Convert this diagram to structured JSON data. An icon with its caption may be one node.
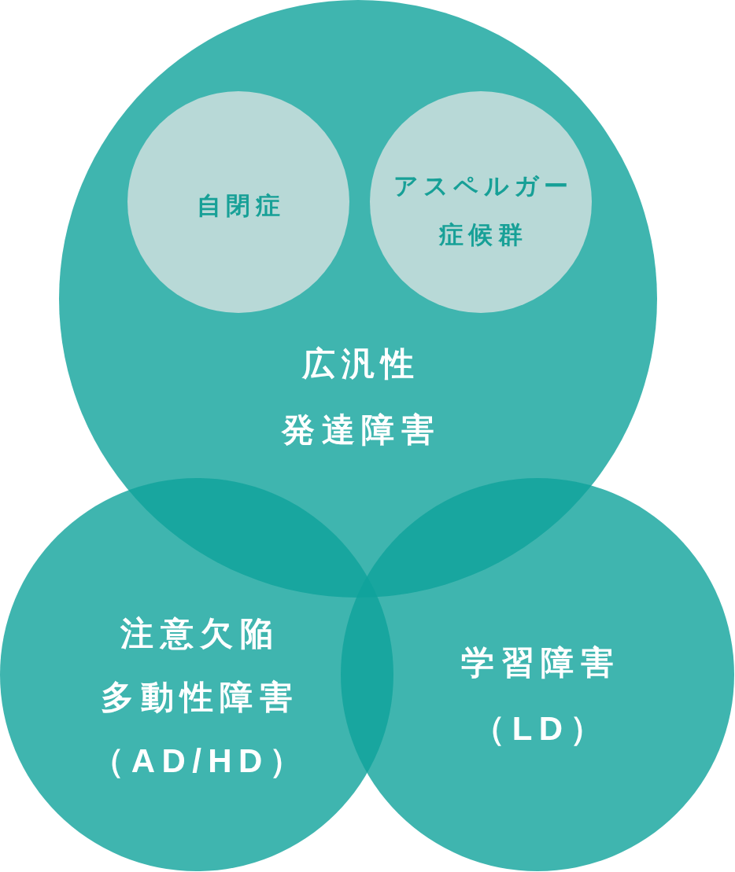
{
  "diagram": {
    "nodes": [
      {
        "text": [
          "広汎性発達障害"
        ]
      },
      {
        "text": [
          "自閉症"
        ],
        "in": 0
      },
      {
        "text": [
          "アスペルガー症候群"
        ],
        "in": 0
      },
      {
        "text": [
          "注意欠陥多動性障害（AD/HD）"
        ]
      },
      {
        "text": [
          "学習障害（LD）"
        ]
      }
    ]
  }
}
